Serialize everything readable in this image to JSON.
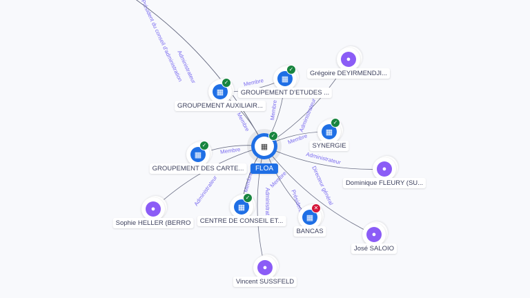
{
  "center": {
    "label": "FLOA",
    "type": "company",
    "status": "active"
  },
  "nodes": [
    {
      "id": "auxiliair",
      "label": "GROUPEMENT AUXILIAIR...",
      "type": "company",
      "status": "active"
    },
    {
      "id": "etudes",
      "label": "GROUPEMENT D'ETUDES ...",
      "type": "company",
      "status": "active"
    },
    {
      "id": "gregoire",
      "label": "Grégoire DEYIRMENDJI...",
      "type": "person"
    },
    {
      "id": "synergie",
      "label": "SYNERGIE",
      "type": "company",
      "status": "active"
    },
    {
      "id": "cartes",
      "label": "GROUPEMENT DES CARTE...",
      "type": "company",
      "status": "active"
    },
    {
      "id": "dominique",
      "label": "Dominique FLEURY (SU...",
      "type": "person"
    },
    {
      "id": "sophie",
      "label": "Sophie HELLER (BERRO",
      "type": "person"
    },
    {
      "id": "centre",
      "label": "CENTRE DE CONSEIL ET...",
      "type": "company",
      "status": "active"
    },
    {
      "id": "bancas",
      "label": "BANCAS",
      "type": "company",
      "status": "closed"
    },
    {
      "id": "jose",
      "label": "José SALOIO",
      "type": "person"
    },
    {
      "id": "vincent",
      "label": "Vincent SUSSFELD",
      "type": "person"
    }
  ],
  "edges": [
    {
      "label": "Président du conseil d'administration"
    },
    {
      "label": "Administrateur"
    },
    {
      "label": "Membre"
    },
    {
      "label": "Membre"
    },
    {
      "label": "Membre"
    },
    {
      "label": "Administrateur"
    },
    {
      "label": "Membre"
    },
    {
      "label": "Membre"
    },
    {
      "label": "Administrateur"
    },
    {
      "label": "Administrateur"
    },
    {
      "label": "Membre"
    },
    {
      "label": "Membre"
    },
    {
      "label": "Président"
    },
    {
      "label": "Directeur général"
    },
    {
      "label": "Administrat"
    }
  ],
  "colors": {
    "company": "#1f6fe5",
    "person": "#8b5cf6",
    "active": "#18853f",
    "closed": "#d4173a",
    "edge_label": "#7b6cf0"
  }
}
